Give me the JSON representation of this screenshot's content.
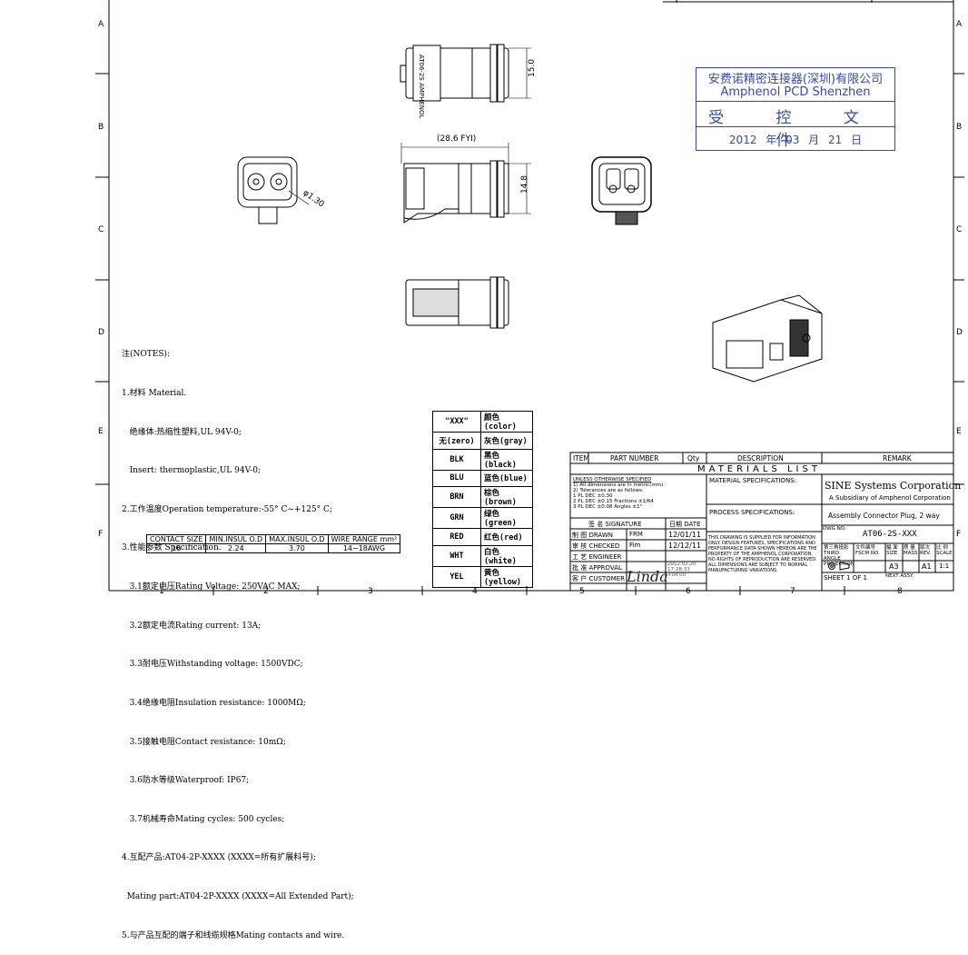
{
  "border": {
    "row_labels": [
      "A",
      "B",
      "C",
      "D",
      "E",
      "F"
    ],
    "col_labels": [
      "1",
      "2",
      "3",
      "4",
      "5",
      "6",
      "7",
      "8"
    ]
  },
  "stamp": {
    "company_cn": "安费诺精密连接器(深圳)有限公司",
    "company_en": "Amphenol PCD Shenzhen",
    "controlled": "受 控 文 件",
    "date": "2012 年  03  月  21 日"
  },
  "drawing": {
    "housing_label": "AT06-2S AMPHENOL",
    "dims": {
      "height_top": "15.0",
      "length": "(28.6 FYI)",
      "height_side": "14.8",
      "diameter": "φ1.30"
    }
  },
  "notes": [
    "注(NOTES):",
    "1.材料 Material.",
    "   绝缘体:热缩性塑料,UL 94V-0;",
    "   Insert: thermoplastic,UL 94V-0;",
    "2.工作温度Operation temperature:-55° C~+125° C;",
    "3.性能参数 Specification.",
    "   3.1额定电压Rating Voltage: 250VAC MAX;",
    "   3.2额定电流Rating current: 13A;",
    "   3.3耐电压Withstanding voltage: 1500VDC;",
    "   3.4绝缘电阻Insulation resistance: 1000MΩ;",
    "   3.5接触电阻Contact resistance: 10mΩ;",
    "   3.6防水等级Waterproof: IP67;",
    "   3.7机械寿命Mating cycles: 500 cycles;",
    "4.互配产品:AT04-2P-XXXX (XXXX=所有扩展料号);",
    "  Mating part:AT04-2P-XXXX (XXXX=All Extended Part);",
    "5.与产品互配的端子和线缆规格Mating contacts and wire."
  ],
  "contact_table": {
    "headers": [
      "CONTACT SIZE",
      "MIN.INSUL O.D",
      "MAX.INSUL O.D",
      "WIRE RANGE mm²"
    ],
    "row": [
      "16",
      "2.24",
      "3.70",
      "14~18AWG"
    ]
  },
  "color_table": [
    [
      "\"XXX\"",
      "颜色(color)"
    ],
    [
      "无(zero)",
      "灰色(gray)"
    ],
    [
      "BLK",
      "黑色(black)"
    ],
    [
      "BLU",
      "蓝色(blue)"
    ],
    [
      "BRN",
      "棕色(brown)"
    ],
    [
      "GRN",
      "绿色(green)"
    ],
    [
      "RED",
      "红色(red)"
    ],
    [
      "WHT",
      "白色(white)"
    ],
    [
      "YEL",
      "黄色(yellow)"
    ]
  ],
  "bom": {
    "headers": [
      "ITEM",
      "PART NUMBER",
      "Qty",
      "DESCRIPTION",
      "REMARK"
    ],
    "title": "MATERIALS  LIST"
  },
  "title_block": {
    "tolerances": [
      "UNLESS OTHERWISE SPECIFIED",
      "1) All dimensions are in metric(mm).",
      "2) Tolerances are as follows:",
      "1 PL DEC ±0.30",
      "2 PL DEC ±0.15   Fractions ±1/64",
      "3 PL DEC ±0.08   Angles ±1°"
    ],
    "material_spec": "MATERIAL SPECIFICATIONS:",
    "process_spec": "PROCESS SPECIFICATIONS:",
    "company": "SINE Systems Corporation",
    "subsidiary": "A Subsidiary of Amphenol Corporation",
    "description": "Assembly Connector Plug, 2 way",
    "dwg_no_label": "DWG NO.",
    "dwg_no": "AT06-2S-XXX",
    "signature_header": [
      "签 名 SIGNATURE",
      "日期 DATE"
    ],
    "sign_rows": [
      {
        "role": "制 图 DRAWN",
        "name": "FRM",
        "date": "12/01/11"
      },
      {
        "role": "审 核 CHECKED",
        "name": "Fim",
        "date": "12/12/11"
      },
      {
        "role": "工 艺 ENGINEER",
        "name": "",
        "date": ""
      },
      {
        "role": "批 准 APPROVAL",
        "name": "",
        "date": ""
      },
      {
        "role": "客 户 CUSTOMER",
        "name": "",
        "date": ""
      }
    ],
    "approval_stamp": "2012.02.20 17:28:33 +08'00'",
    "signature": "Linda",
    "disclaimer": "THIS DRAWING IS SUPPLIED FOR INFORMATION ONLY. DESIGN FEATURES, SPECIFICATIONS AND PERFORMANCE DATA SHOWN HEREON ARE THE PROPERTY OF THE AMPHENOL CORPORATION. NO RIGHTS OF REPRODUCTION ARE RESERVED. ALL DIMENSIONS ARE SUBJECT TO NORMAL MANUFACTURING VARIATIONS.",
    "projection_label": "第三角投影 THIRD ANGLE PROJECTION",
    "mini_headers": [
      "文件编号 FSCM NO.",
      "幅 面 SIZE",
      "质 量 MASS",
      "版次 REV.",
      "比 例 SCALE"
    ],
    "mini_values": [
      "",
      "A3",
      "",
      "A1",
      "1:1"
    ],
    "sheet": "SHEET 1 OF 1",
    "next_assy": "NEXT ASSY."
  }
}
